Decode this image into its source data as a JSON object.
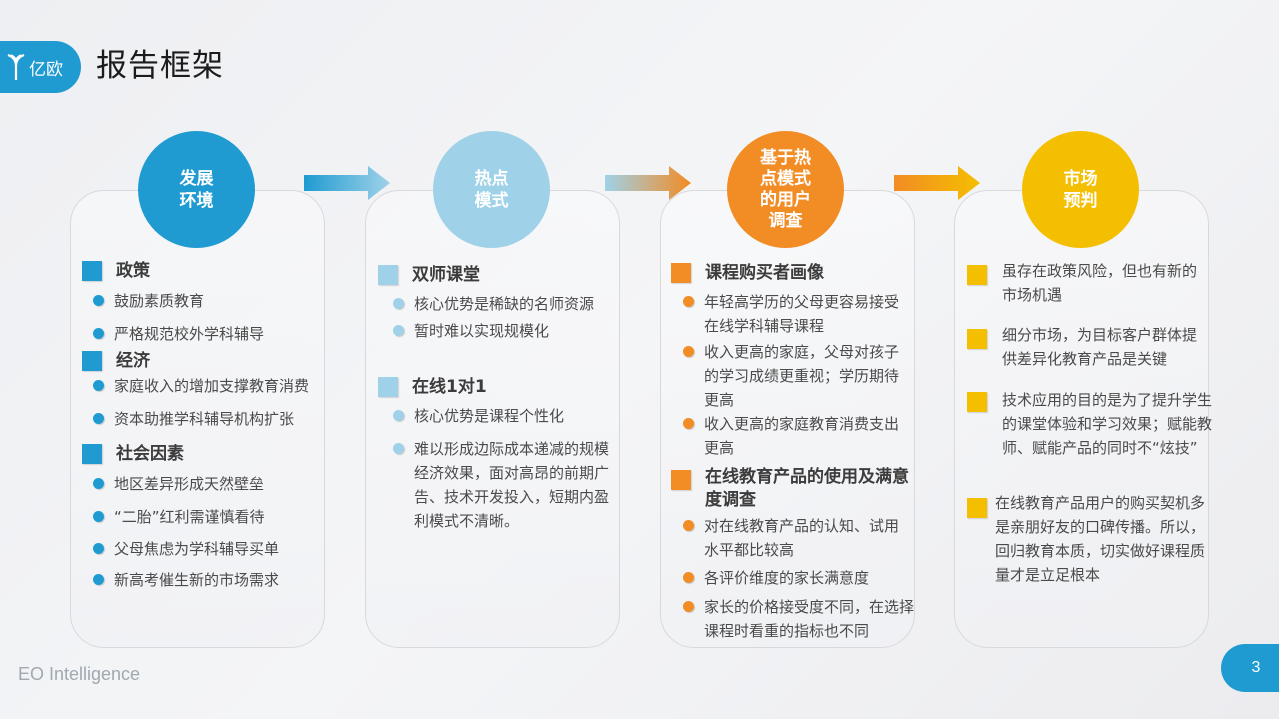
{
  "header": {
    "logo_text": "亿欧",
    "title": "报告框架"
  },
  "colors": {
    "blue": "#1f9bd1",
    "light_blue": "#9fd2e8",
    "orange": "#f28c24",
    "yellow": "#f4bf00"
  },
  "columns": [
    {
      "circle_label": "发展\n环境",
      "sections": [
        {
          "title": "政策",
          "bullets": [
            "鼓励素质教育",
            "严格规范校外学科辅导"
          ]
        },
        {
          "title": "经济",
          "bullets": [
            "家庭收入的增加支撑教育消费",
            "资本助推学科辅导机构扩张"
          ]
        },
        {
          "title": "社会因素",
          "bullets": [
            "地区差异形成天然壁垒",
            "“二胎”红利需谨慎看待",
            "父母焦虑为学科辅导买单",
            "新高考催生新的市场需求"
          ]
        }
      ]
    },
    {
      "circle_label": "热点\n模式",
      "sections": [
        {
          "title": "双师课堂",
          "bullets": [
            "核心优势是稀缺的名师资源",
            "暂时难以实现规模化"
          ]
        },
        {
          "title": "在线1对1",
          "bullets": [
            "核心优势是课程个性化",
            "难以形成边际成本递减的规模经济效果，面对高昂的前期广告、技术开发投入，短期内盈利模式不清晰。"
          ]
        }
      ]
    },
    {
      "circle_label": "基于热\n点模式\n的用户\n调查",
      "sections": [
        {
          "title": "课程购买者画像",
          "bullets": [
            "年轻高学历的父母更容易接受在线学科辅导课程",
            "收入更高的家庭，父母对孩子的学习成绩更重视；学历期待更高",
            "收入更高的家庭教育消费支出更高"
          ]
        },
        {
          "title": "在线教育产品的使用及满意度调查",
          "bullets": [
            "对在线教育产品的认知、试用水平都比较高",
            "各评价维度的家长满意度",
            "家长的价格接受度不同，在选择课程时看重的指标也不同"
          ]
        }
      ]
    },
    {
      "circle_label": "市场\n预判",
      "items": [
        "虽存在政策风险，但也有新的市场机遇",
        "细分市场，为目标客户群体提供差异化教育产品是关键",
        "技术应用的目的是为了提升学生的课堂体验和学习效果；赋能教师、赋能产品的同时不“炫技”",
        "在线教育产品用户的购买契机多是亲朋好友的口碑传播。所以，回归教育本质，切实做好课程质量才是立足根本"
      ]
    }
  ],
  "footer": {
    "brand": "EO Intelligence",
    "page_number": "3"
  }
}
